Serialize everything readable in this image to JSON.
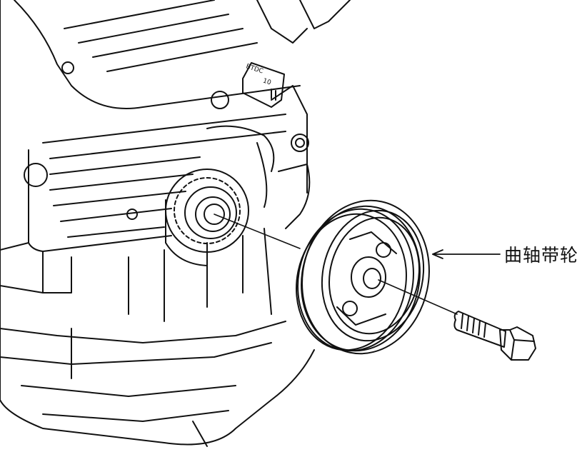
{
  "labels": {
    "callout": "曲轴带轮",
    "tag_top": "BTDC",
    "tag_number": "10"
  },
  "colors": {
    "line": "#111111",
    "paper": "#ffffff"
  }
}
